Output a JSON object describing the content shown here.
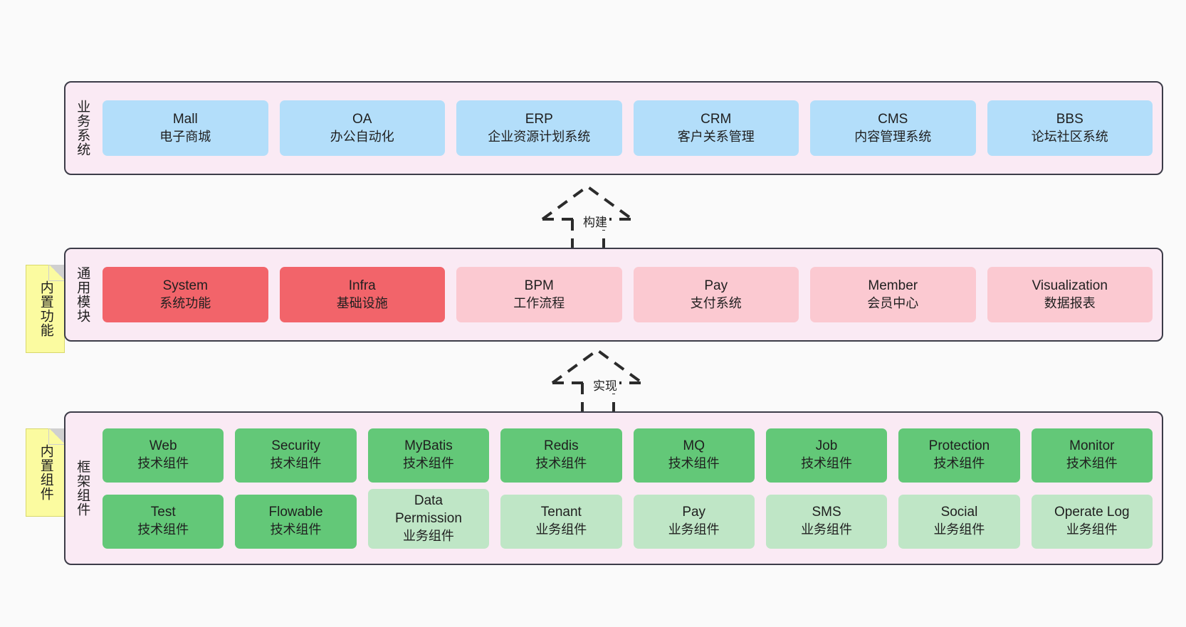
{
  "diagram": {
    "background": "#fafafa",
    "layers": [
      {
        "id": "business",
        "title": "业务系统",
        "panel_color": "#faeaf4",
        "rows": [
          {
            "cells": [
              {
                "name": "Mall",
                "desc": "电子商城",
                "color": "#b3defa"
              },
              {
                "name": "OA",
                "desc": "办公自动化",
                "color": "#b3defa"
              },
              {
                "name": "ERP",
                "desc": "企业资源计划系统",
                "color": "#b3defa"
              },
              {
                "name": "CRM",
                "desc": "客户关系管理",
                "color": "#b3defa"
              },
              {
                "name": "CMS",
                "desc": "内容管理系统",
                "color": "#b3defa"
              },
              {
                "name": "BBS",
                "desc": "论坛社区系统",
                "color": "#b3defa"
              }
            ]
          }
        ]
      },
      {
        "id": "module",
        "title": "通用模块",
        "panel_color": "#faeaf4",
        "rows": [
          {
            "cells": [
              {
                "name": "System",
                "desc": "系统功能",
                "color": "#f2646a"
              },
              {
                "name": "Infra",
                "desc": "基础设施",
                "color": "#f2646a"
              },
              {
                "name": "BPM",
                "desc": "工作流程",
                "color": "#fbc9d1"
              },
              {
                "name": "Pay",
                "desc": "支付系统",
                "color": "#fbc9d1"
              },
              {
                "name": "Member",
                "desc": "会员中心",
                "color": "#fbc9d1"
              },
              {
                "name": "Visualization",
                "desc": "数据报表",
                "color": "#fbc9d1"
              }
            ]
          }
        ]
      },
      {
        "id": "framework",
        "title": "框架组件",
        "panel_color": "#faeaf4",
        "rows": [
          {
            "cells": [
              {
                "name": "Web",
                "desc": "技术组件",
                "color": "#63c878"
              },
              {
                "name": "Security",
                "desc": "技术组件",
                "color": "#63c878"
              },
              {
                "name": "MyBatis",
                "desc": "技术组件",
                "color": "#63c878"
              },
              {
                "name": "Redis",
                "desc": "技术组件",
                "color": "#63c878"
              },
              {
                "name": "MQ",
                "desc": "技术组件",
                "color": "#63c878"
              },
              {
                "name": "Job",
                "desc": "技术组件",
                "color": "#63c878"
              },
              {
                "name": "Protection",
                "desc": "技术组件",
                "color": "#63c878"
              },
              {
                "name": "Monitor",
                "desc": "技术组件",
                "color": "#63c878"
              }
            ]
          },
          {
            "cells": [
              {
                "name": "Test",
                "desc": "技术组件",
                "color": "#63c878"
              },
              {
                "name": "Flowable",
                "desc": "技术组件",
                "color": "#63c878"
              },
              {
                "name": "Data Permission",
                "desc": "业务组件",
                "color": "#bfe6c6"
              },
              {
                "name": "Tenant",
                "desc": "业务组件",
                "color": "#bfe6c6"
              },
              {
                "name": "Pay",
                "desc": "业务组件",
                "color": "#bfe6c6"
              },
              {
                "name": "SMS",
                "desc": "业务组件",
                "color": "#bfe6c6"
              },
              {
                "name": "Social",
                "desc": "业务组件",
                "color": "#bfe6c6"
              },
              {
                "name": "Operate Log",
                "desc": "业务组件",
                "color": "#bfe6c6"
              }
            ]
          }
        ]
      }
    ],
    "notes": [
      {
        "id": "functions",
        "text": "内置功能",
        "color": "#fbfba0"
      },
      {
        "id": "components",
        "text": "内置组件",
        "color": "#fbfba0"
      }
    ],
    "connectors": [
      {
        "id": "build",
        "label": "构建",
        "style": "dashed-generalization"
      },
      {
        "id": "impl",
        "label": "实现",
        "style": "dashed-generalization"
      }
    ]
  }
}
